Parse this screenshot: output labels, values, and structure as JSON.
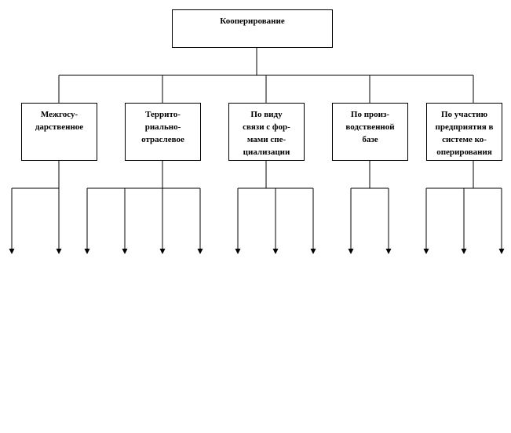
{
  "root": {
    "label": "Кооперирование"
  },
  "categories": [
    {
      "lines": [
        "Межгосу-",
        "дарственное"
      ],
      "leaf_count": 2
    },
    {
      "lines": [
        "Террито-",
        "риально-",
        "отраслевое"
      ],
      "leaf_count": 4
    },
    {
      "lines": [
        "По виду",
        "связи с фор-",
        "мами спе-",
        "циализации"
      ],
      "leaf_count": 3
    },
    {
      "lines": [
        "По произ-",
        "водственной",
        "базе"
      ],
      "leaf_count": 2
    },
    {
      "lines": [
        "По участию",
        "предприятия в",
        "системе ко-",
        "оперирования"
      ],
      "leaf_count": 3
    }
  ]
}
